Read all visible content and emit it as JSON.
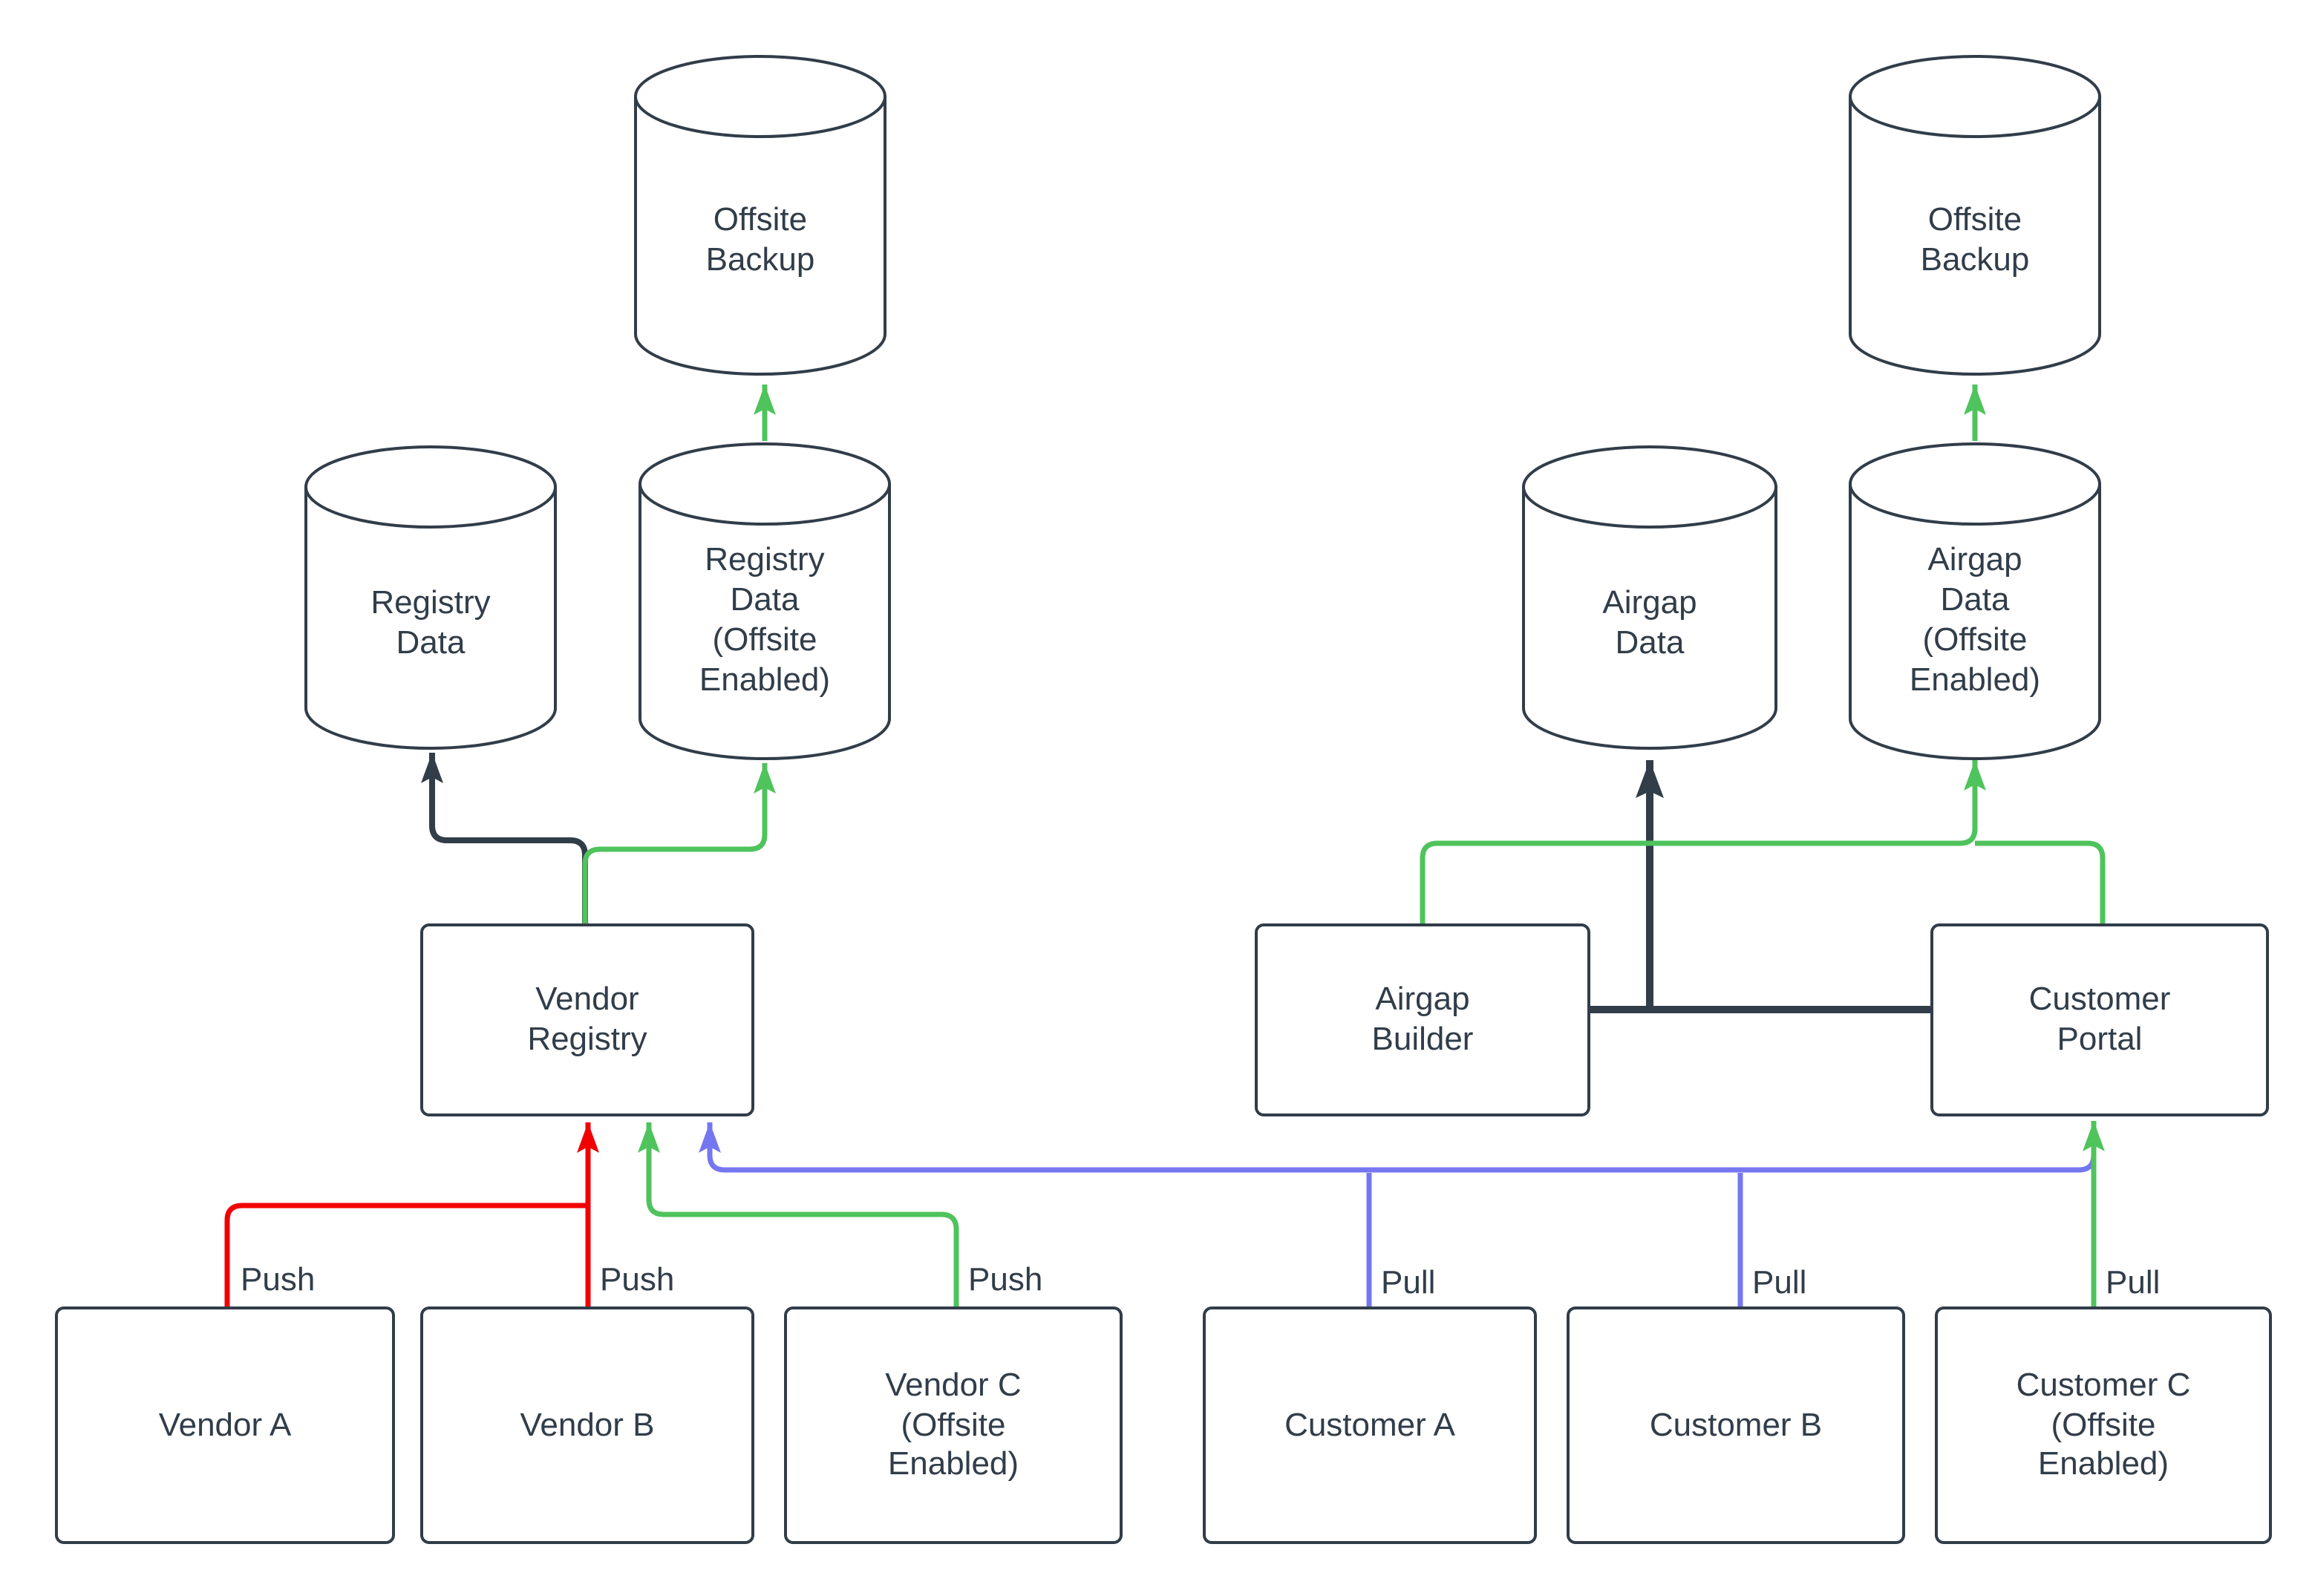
{
  "colors": {
    "red": "#F20000",
    "green": "#4FC35C",
    "blue": "#7577F0",
    "dark": "#313D49",
    "node_border": "#313D49",
    "text": "#313D49",
    "background": "#FFFFFF"
  },
  "nodes": {
    "offsite_backup_left": {
      "label": "Offsite\nBackup"
    },
    "registry_data": {
      "label": "Registry\nData"
    },
    "registry_data_offsite": {
      "label": "Registry\nData\n(Offsite\nEnabled)"
    },
    "vendor_registry": {
      "label": "Vendor\nRegistry"
    },
    "vendor_a": {
      "label": "Vendor A"
    },
    "vendor_b": {
      "label": "Vendor B"
    },
    "vendor_c": {
      "label": "Vendor C\n(Offsite\nEnabled)"
    },
    "airgap_data": {
      "label": "Airgap\nData"
    },
    "airgap_data_offsite": {
      "label": "Airgap\nData\n(Offsite\nEnabled)"
    },
    "offsite_backup_right": {
      "label": "Offsite\nBackup"
    },
    "airgap_builder": {
      "label": "Airgap\nBuilder"
    },
    "customer_portal": {
      "label": "Customer\nPortal"
    },
    "customer_a": {
      "label": "Customer A"
    },
    "customer_b": {
      "label": "Customer B"
    },
    "customer_c": {
      "label": "Customer C\n(Offsite\nEnabled)"
    }
  },
  "edge_labels": {
    "vendor_a_push": "Push",
    "vendor_b_push": "Push",
    "vendor_c_push": "Push",
    "customer_a_pull": "Pull",
    "customer_b_pull": "Pull",
    "customer_c_pull": "Pull"
  }
}
